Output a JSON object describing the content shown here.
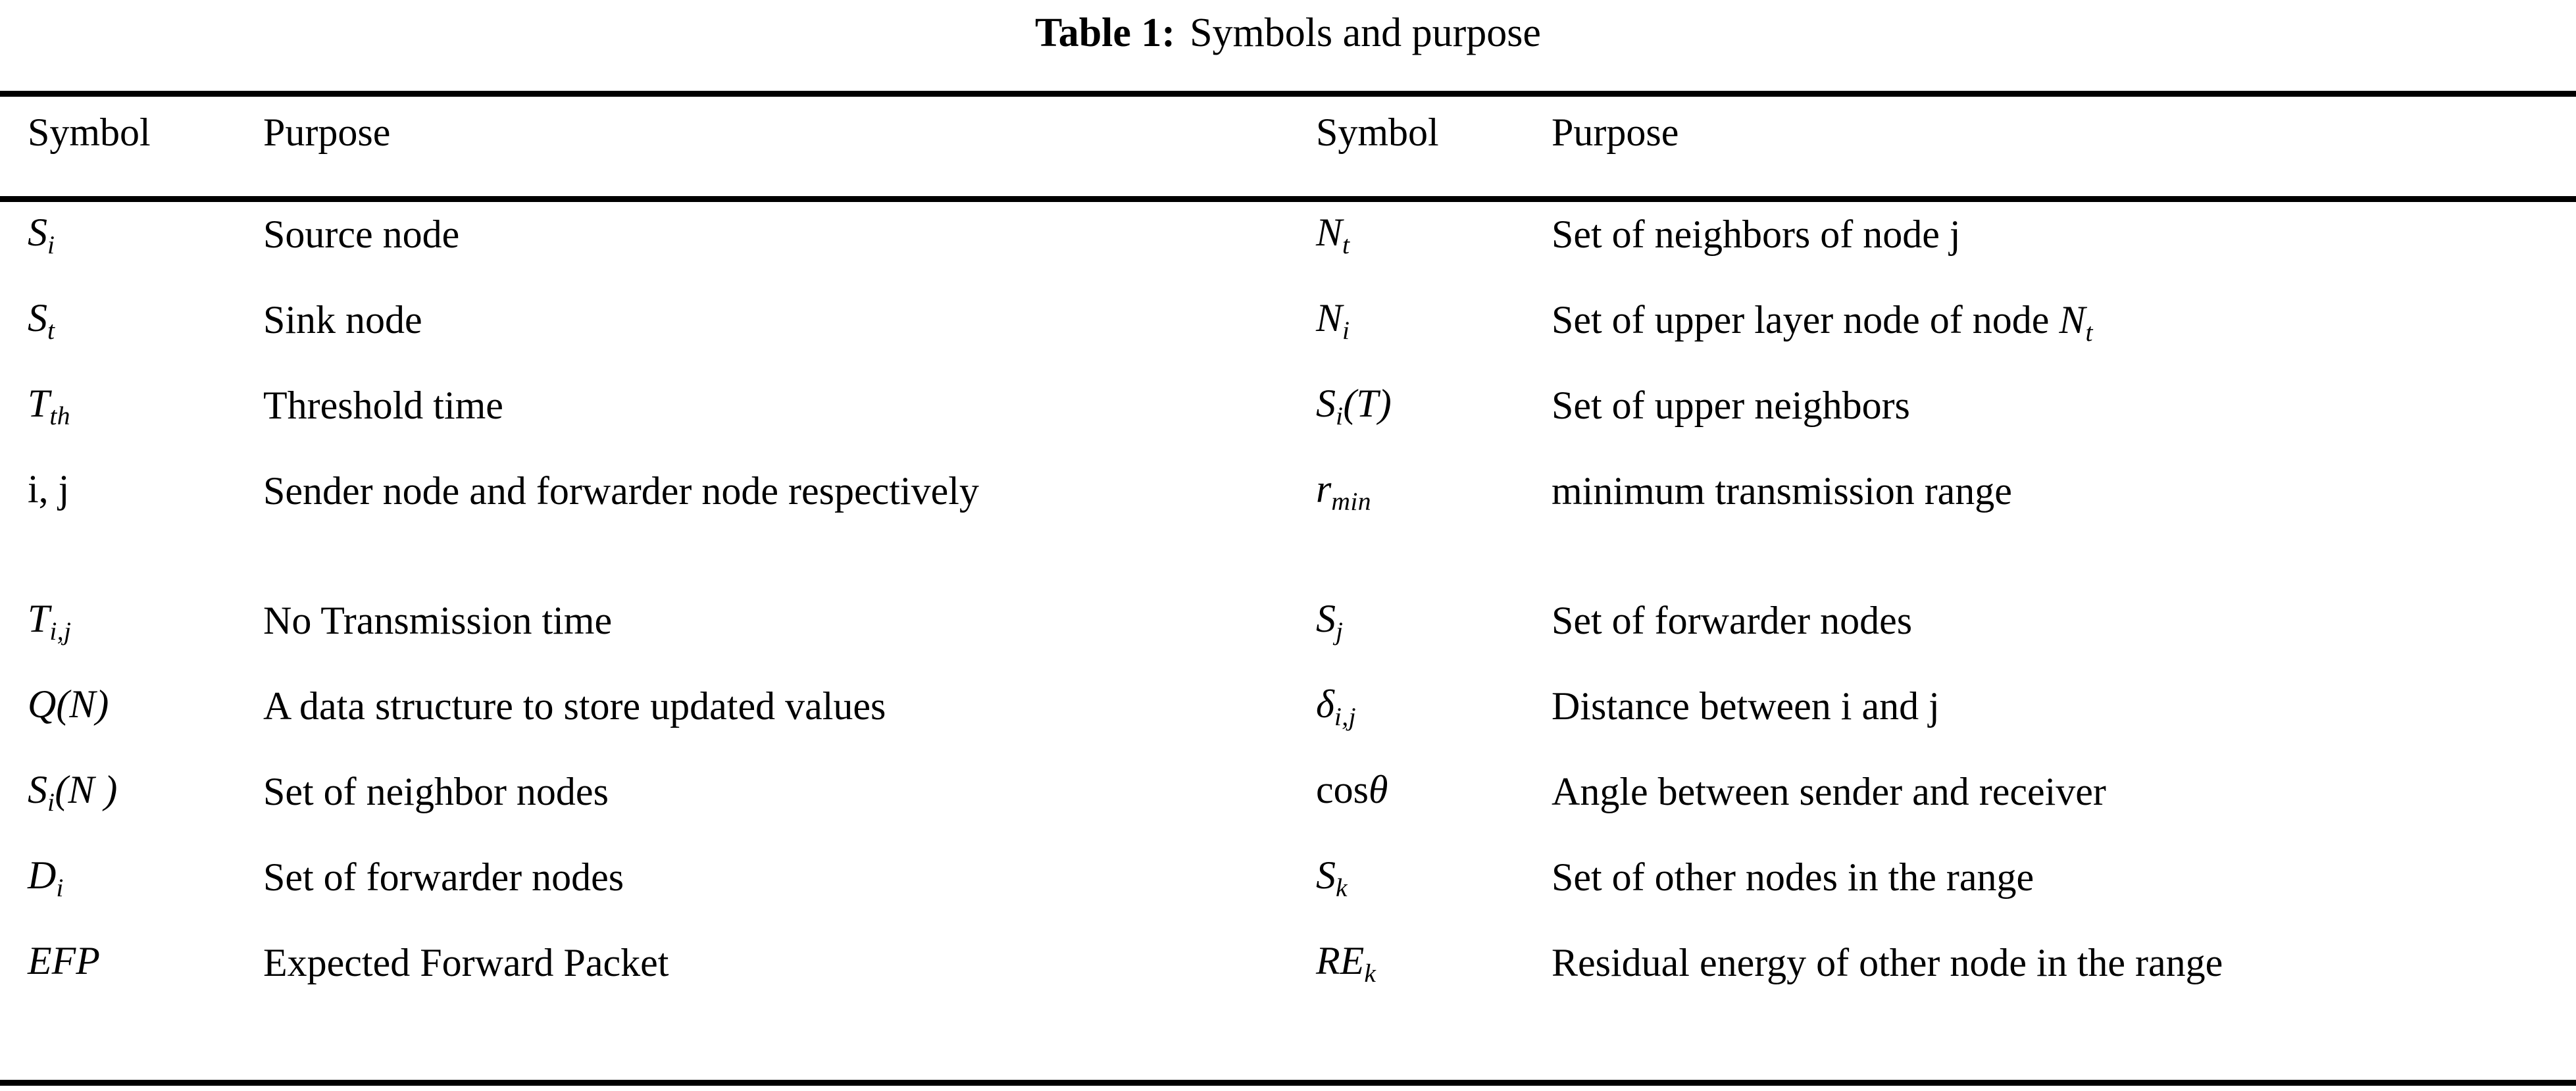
{
  "caption": {
    "label": "Table 1:",
    "text": "Symbols and purpose"
  },
  "headers": {
    "symbol": "Symbol",
    "purpose": "Purpose"
  },
  "colors": {
    "text": "#000000",
    "rule": "#000000",
    "background": "#ffffff"
  },
  "left_column": [
    {
      "symbol": "Sᵢ",
      "symbol_base": "S",
      "symbol_sub": "i",
      "purpose": "Source node"
    },
    {
      "symbol": "Sₜ",
      "symbol_base": "S",
      "symbol_sub": "t",
      "purpose": "Sink node"
    },
    {
      "symbol": "Tₜₕ",
      "symbol_base": "T",
      "symbol_sub": "th",
      "purpose": "Threshold time"
    },
    {
      "symbol": "i, j",
      "symbol_base": "i, j",
      "symbol_sub": "",
      "purpose": "Sender node and forwarder node respectively"
    },
    {
      "symbol": "Tᵢ,ⱼ",
      "symbol_base": "T",
      "symbol_sub": "i,j",
      "purpose": "No Transmission time"
    },
    {
      "symbol": "Q(N)",
      "symbol_base": "Q(N)",
      "symbol_sub": "",
      "purpose": "A data structure to store updated values"
    },
    {
      "symbol": "Sᵢ(N )",
      "symbol_base": "S",
      "symbol_sub": "i",
      "symbol_tail": "(N )",
      "purpose": "Set of neighbor nodes"
    },
    {
      "symbol": "Dᵢ",
      "symbol_base": "D",
      "symbol_sub": "i",
      "purpose": "Set of forwarder nodes"
    },
    {
      "symbol": "EFP",
      "symbol_base": "EFP",
      "symbol_sub": "",
      "purpose": "Expected Forward Packet"
    }
  ],
  "right_column": [
    {
      "symbol": "Nₜ",
      "symbol_base": "N",
      "symbol_sub": "t",
      "purpose": "Set of neighbors of node j"
    },
    {
      "symbol": "Nᵢ",
      "symbol_base": "N",
      "symbol_sub": "i",
      "purpose": "Set of upper layer node of node Nₜ",
      "purpose_pre": "Set of upper layer node of node ",
      "purpose_math_base": "N",
      "purpose_math_sub": "t"
    },
    {
      "symbol": "Sᵢ(T)",
      "symbol_base": "S",
      "symbol_sub": "i",
      "symbol_tail": "(T)",
      "purpose": "Set of upper neighbors"
    },
    {
      "symbol": "rₘᵢₙ",
      "symbol_base": "r",
      "symbol_sub": "min",
      "purpose": "minimum transmission range"
    },
    {
      "symbol": "Sⱼ",
      "symbol_base": "S",
      "symbol_sub": "j",
      "purpose": "Set of forwarder nodes"
    },
    {
      "symbol": "δᵢ,ⱼ",
      "symbol_base": "δ",
      "symbol_sub": "i,j",
      "purpose": "Distance between i and j"
    },
    {
      "symbol": "cosθ",
      "symbol_base": "cos",
      "symbol_sub": "",
      "symbol_tail": "θ",
      "purpose": "Angle between sender and receiver"
    },
    {
      "symbol": "Sₖ",
      "symbol_base": "S",
      "symbol_sub": "k",
      "purpose": "Set of other nodes in the range"
    },
    {
      "symbol": "REₖ",
      "symbol_base": "RE",
      "symbol_sub": "k",
      "purpose": "Residual energy of other node in the range"
    }
  ]
}
